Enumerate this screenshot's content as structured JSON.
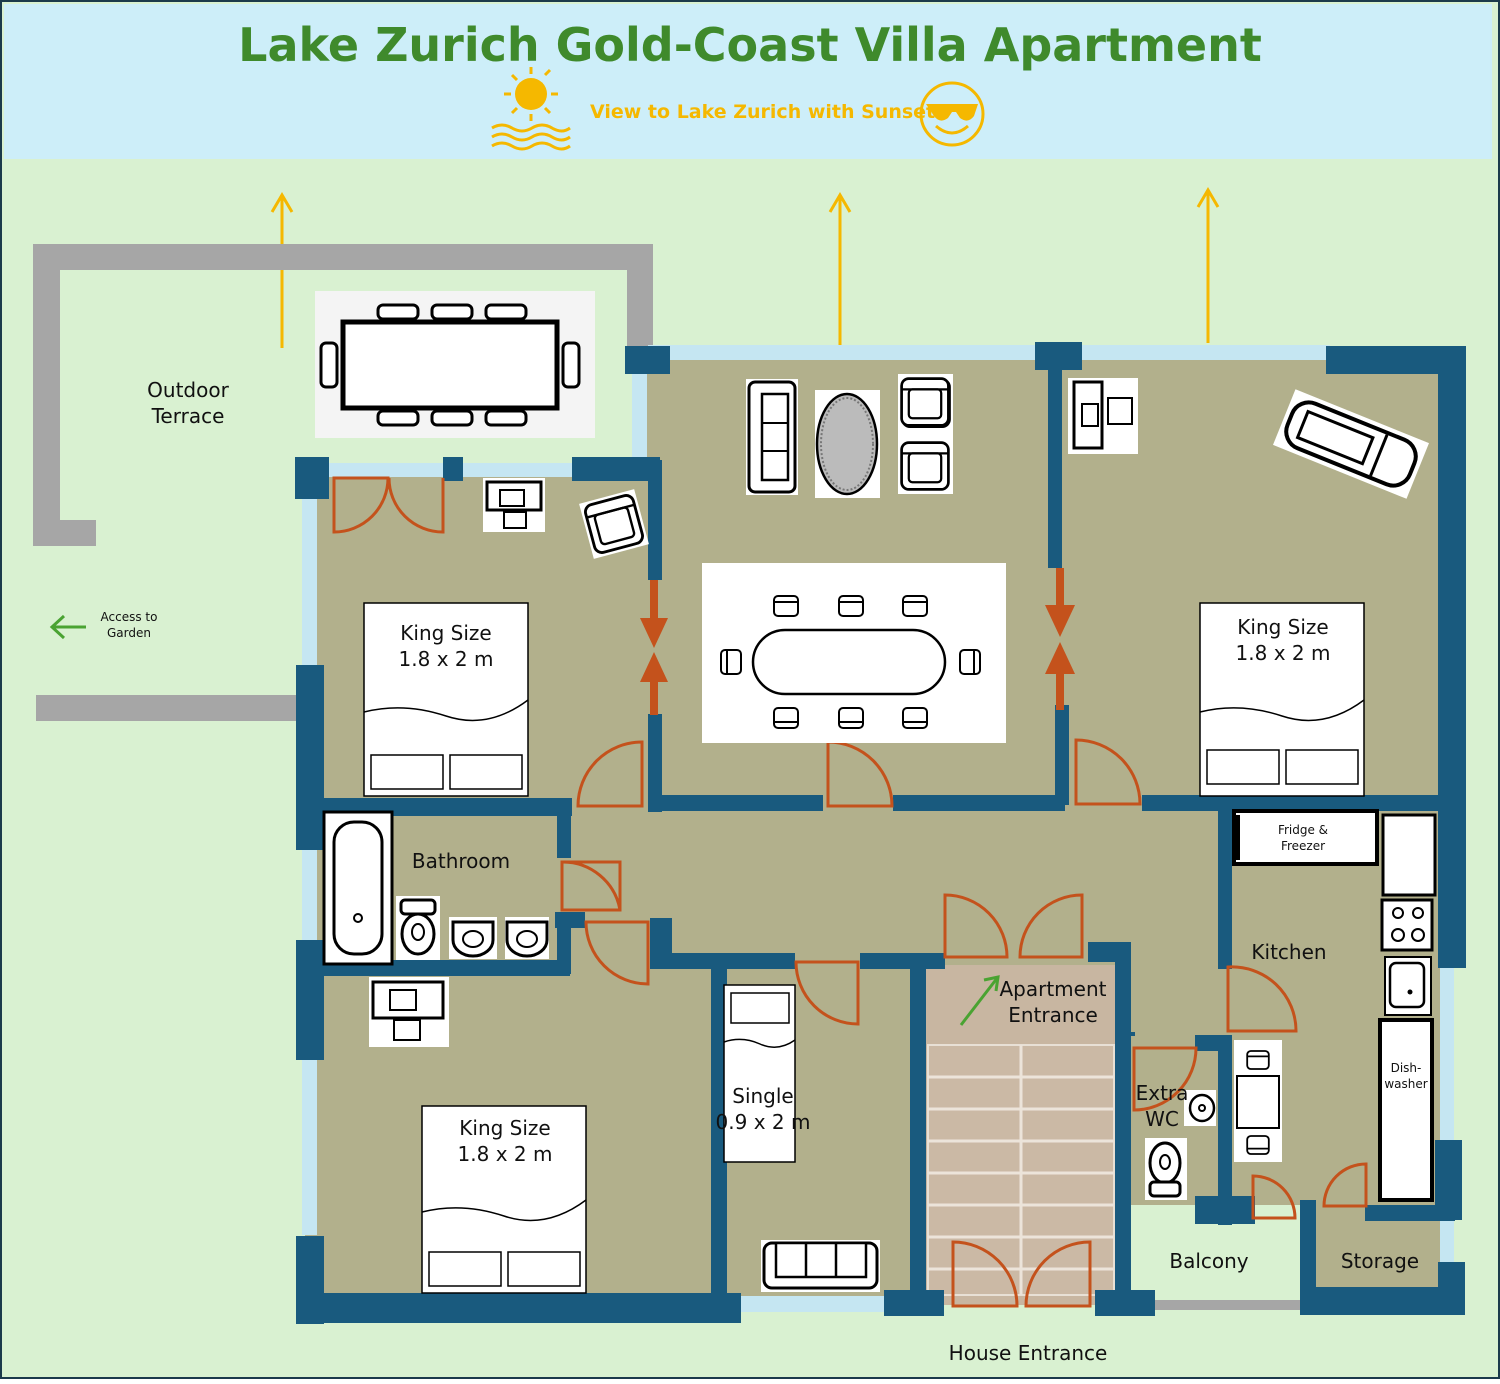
{
  "title": "Lake Zurich Gold-Coast Villa Apartment",
  "subtitle": "View to Lake Zurich with Sunset",
  "labels": {
    "outdoor_terrace": "Outdoor\nTerrace",
    "access_garden": "Access to\nGarden",
    "king1": "King Size\n1.8 x 2 m",
    "king2": "King Size\n1.8 x 2 m",
    "king3": "King Size\n1.8 x 2 m",
    "single": "Single\n0.9 x 2 m",
    "bathroom": "Bathroom",
    "kitchen": "Kitchen",
    "fridge": "Fridge &\nFreezer",
    "dishwasher": "Dish-\nwasher",
    "apartment_entrance": "Apartment\nEntrance",
    "extra_wc": "Extra\nWC",
    "balcony": "Balcony",
    "storage": "Storage",
    "house_entrance": "House Entrance"
  },
  "colors": {
    "lake": "#cdeef9",
    "garden": "#d9f1d1",
    "floor": "#b2b08c",
    "stairs": "#c8b6a1",
    "wall": "#195a7e",
    "window": "#c5e6f2",
    "door": "#c4521c",
    "terrace_wall": "#a6a6a6",
    "title": "#3f8a2c",
    "sun": "#f5b800"
  }
}
